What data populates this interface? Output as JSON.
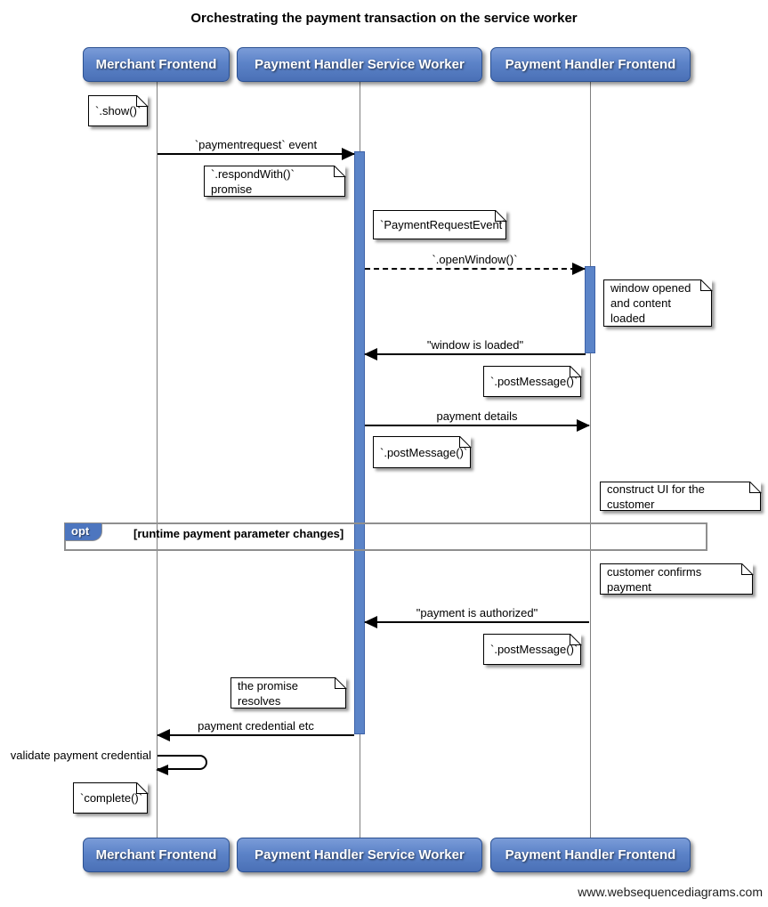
{
  "title": "Orchestrating the payment transaction on the service worker",
  "watermark": "www.websequencediagrams.com",
  "actors": [
    {
      "label": "Merchant Frontend"
    },
    {
      "label": "Payment Handler Service Worker"
    },
    {
      "label": "Payment Handler Frontend"
    }
  ],
  "messages": [
    {
      "label": "`paymentrequest` event",
      "from": "Merchant Frontend",
      "to": "Payment Handler Service Worker",
      "style": "solid"
    },
    {
      "label": "`.openWindow()`",
      "from": "Payment Handler Service Worker",
      "to": "Payment Handler Frontend",
      "style": "dashed"
    },
    {
      "label": "\"window is loaded\"",
      "from": "Payment Handler Frontend",
      "to": "Payment Handler Service Worker",
      "style": "solid"
    },
    {
      "label": "payment details",
      "from": "Payment Handler Service Worker",
      "to": "Payment Handler Frontend",
      "style": "solid"
    },
    {
      "label": "\"payment is authorized\"",
      "from": "Payment Handler Frontend",
      "to": "Payment Handler Service Worker",
      "style": "solid"
    },
    {
      "label": "payment credential etc",
      "from": "Payment Handler Service Worker",
      "to": "Merchant Frontend",
      "style": "solid"
    },
    {
      "label": "validate payment credential",
      "from": "Merchant Frontend",
      "to": "Merchant Frontend",
      "style": "self"
    }
  ],
  "notes": [
    {
      "text": "`.show()`",
      "anchor": "Merchant Frontend"
    },
    {
      "text": "`.respondWith()` promise",
      "anchor": "Payment Handler Service Worker"
    },
    {
      "text": "`PaymentRequestEvent`",
      "anchor": "Payment Handler Service Worker"
    },
    {
      "text": "window opened\nand content loaded",
      "anchor": "Payment Handler Frontend"
    },
    {
      "text": "`.postMessage()`",
      "anchor": "Payment Handler Service Worker"
    },
    {
      "text": "`.postMessage()`",
      "anchor": "Payment Handler Service Worker"
    },
    {
      "text": "construct UI for the customer",
      "anchor": "Payment Handler Frontend"
    },
    {
      "text": "customer confirms payment",
      "anchor": "Payment Handler Frontend"
    },
    {
      "text": "`.postMessage()`",
      "anchor": "Payment Handler Service Worker"
    },
    {
      "text": "the promise resolves",
      "anchor": "Payment Handler Service Worker"
    },
    {
      "text": "`complete()`",
      "anchor": "Merchant Frontend"
    }
  ],
  "fragment": {
    "type": "opt",
    "label": "opt",
    "condition": "[runtime payment parameter changes]"
  },
  "colors": {
    "actor_fill_top": "#7b9cd8",
    "actor_fill_bottom": "#4a70b6",
    "actor_border": "#2c5191",
    "activation_fill": "#5b84c8",
    "activation_border": "#3d62a8",
    "lifeline": "#7f7f7f",
    "fragment_border": "#8f8f8f",
    "fragment_label_fill": "#4d76bf",
    "note_fill": "#ffffff",
    "arrow": "#000000"
  }
}
